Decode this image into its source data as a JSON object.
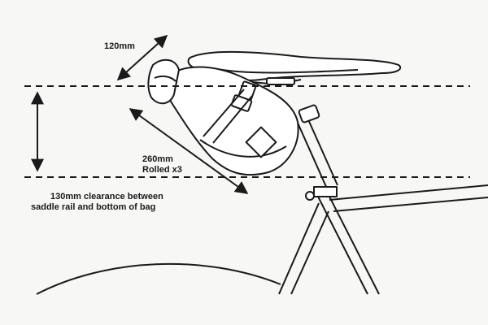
{
  "labels": {
    "width": "120mm",
    "length_line1": "260mm",
    "length_line2": "Rolled x3",
    "clearance_line1": "130mm clearance between",
    "clearance_line2": "saddle rail and bottom of bag"
  },
  "colors": {
    "background": "#f7f7f6",
    "line": "#1a1a1a",
    "bag_fill": "#ffffff"
  }
}
